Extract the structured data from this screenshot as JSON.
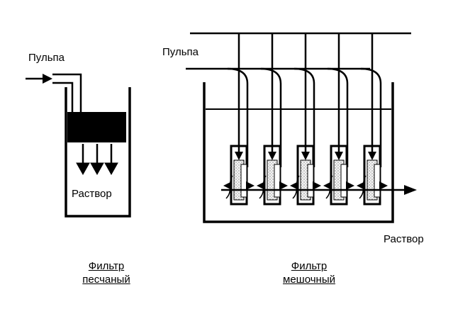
{
  "sand_filter": {
    "inlet_label": "Пульпа",
    "outlet_label": "Раствор",
    "caption_line1": "Фильтр",
    "caption_line2": "песчаный"
  },
  "bag_filter": {
    "inlet_label": "Пульпа",
    "outlet_label": "Раствор",
    "caption_line1": "Фильтр",
    "caption_line2": "мешочный",
    "bag_count": 5
  },
  "colors": {
    "line": "#000000",
    "background": "#ffffff",
    "bag_fill": "#eeeeee"
  }
}
